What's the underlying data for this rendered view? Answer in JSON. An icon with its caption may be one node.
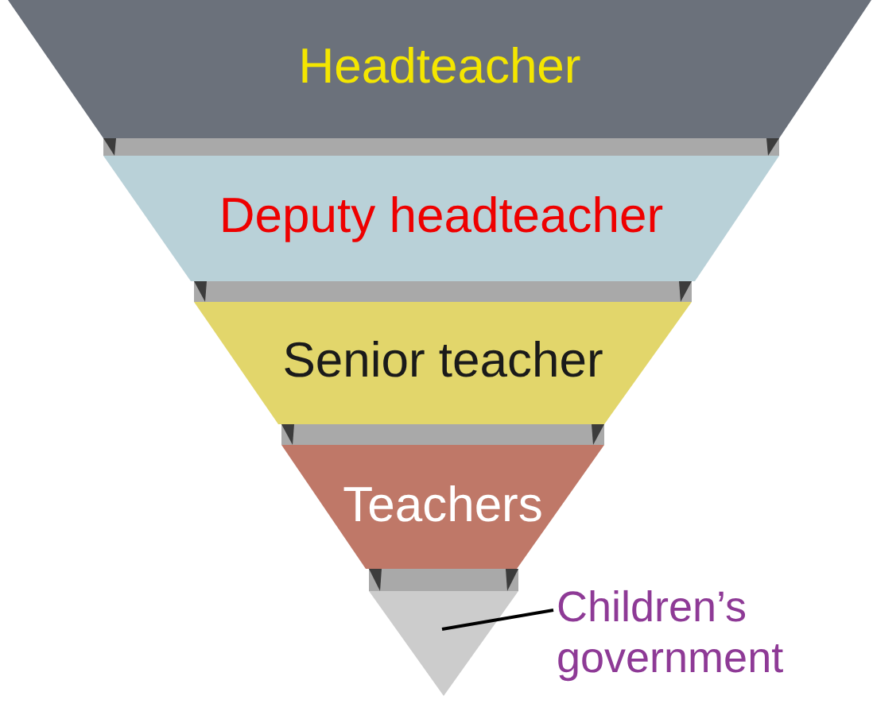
{
  "diagram": {
    "nodes": [
      {
        "text": [
          "Headteacher"
        ]
      },
      {
        "text": [
          "Deputy headteacher"
        ]
      },
      {
        "text": [
          "Senior teacher"
        ]
      },
      {
        "text": [
          "Teachers"
        ]
      },
      {
        "text": [],
        "shape": "triangle"
      },
      {
        "text": [
          "Children’s government"
        ]
      }
    ],
    "edges": [
      {
        "from": 5,
        "to": 4,
        "arrow": "none"
      }
    ]
  }
}
